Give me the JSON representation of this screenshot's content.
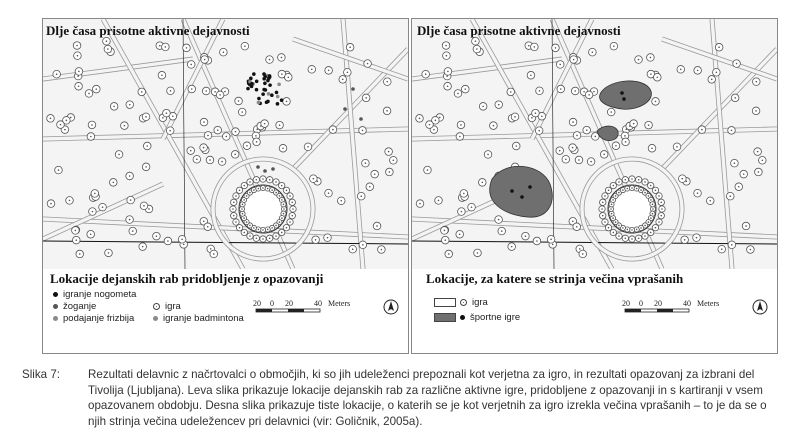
{
  "left_map": {
    "title": "Dlje časa prisotne aktivne dejavnosti",
    "legend_title": "Lokacije dejanskih rab pridobljenje z opazovanji",
    "legend_items": [
      {
        "label": "igranje nogometa",
        "symbol": "black-dot"
      },
      {
        "label": "žoganje",
        "symbol": "dark-dot"
      },
      {
        "label": "podajanje frizbija",
        "symbol": "grey-dot"
      },
      {
        "label": "igra",
        "symbol": "circle-dot"
      },
      {
        "label": "igranje badmintona",
        "symbol": "grey-dot"
      }
    ],
    "scale": {
      "ticks": [
        "20",
        "0",
        "20",
        "40"
      ],
      "unit": "Meters"
    }
  },
  "right_map": {
    "title": "Dlje časa prisotne aktivne dejavnosti",
    "legend_title": "Lokacije, za katere se strinja večina vprašanih",
    "legend_items": [
      {
        "label": "igra",
        "symbol": "white-area"
      },
      {
        "label": "športne igre",
        "symbol": "grey-area"
      }
    ],
    "scale": {
      "ticks": [
        "20",
        "0",
        "20",
        "40"
      ],
      "unit": "Meters"
    }
  },
  "caption": {
    "label": "Slika 7:",
    "text": "Rezultati delavnic z načrtovalci o območjih, ki so jih udeleženci prepoznali kot verjetna za igro, in rezultati opazovanj za izbrani del Tivolija (Ljubljana). Leva slika prikazuje lokacije dejanskih rab za različne aktivne igre, pridobljene z opazovanji in s kartiranji v vsem opazovanem obdobju. Desna slika prikazuje tiste lokacije, o katerih se je kot verjetnih za igro izrekla večina vprašanih – to je da se o njih strinja večina udeležencev pri delavnici (vir: Goličnik, 2005a)."
  },
  "colors": {
    "map_background": "#f4f4f4",
    "path_lines": "#9a9a9a",
    "tree_symbol": "#555555",
    "sport_area": "#6f6f6f"
  }
}
